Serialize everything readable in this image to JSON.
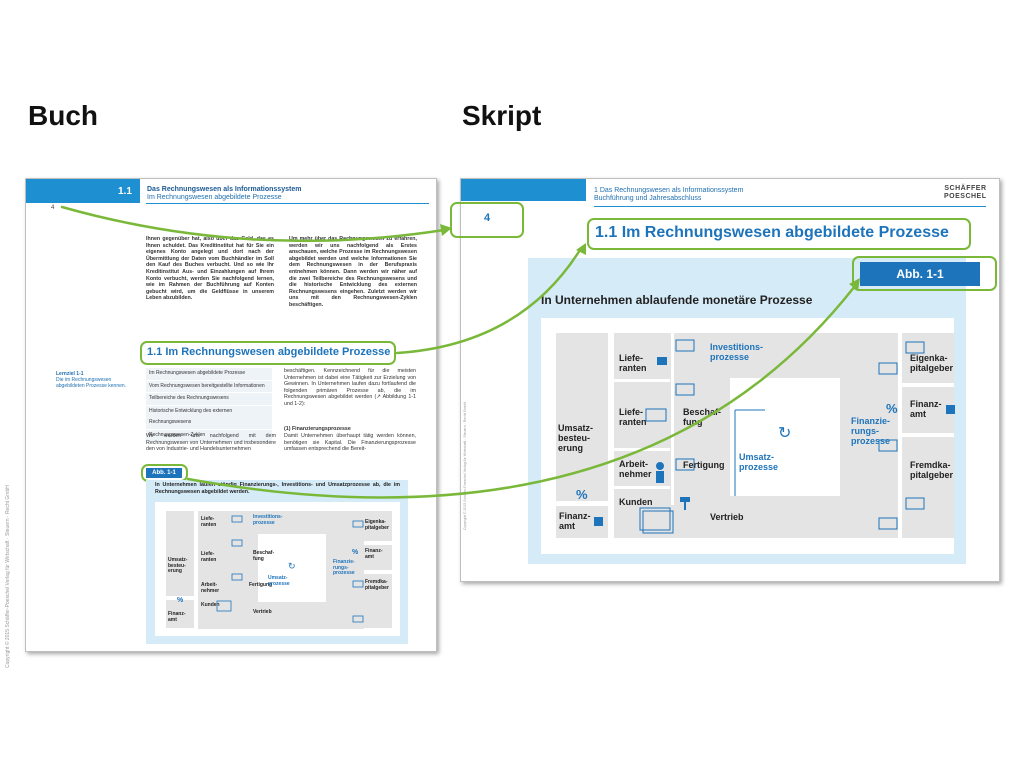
{
  "titles": {
    "left": "Buch",
    "right": "Skript"
  },
  "book": {
    "chapter": "1.1",
    "header_line1": "Das Rechnungswesen als Informationssystem",
    "header_line2": "Im Rechnungswesen abgebildete Prozesse",
    "page_number": "4",
    "para_left": "Ihnen gegenüber hat, also über das Geld, das es Ihnen schuldet. Das Kreditinstitut hat für Sie ein eigenes Konto angelegt und dort nach der Übermittlung der Daten vom Buchhändler im Soll den Kauf des Buches verbucht. Und so wie Ihr Kreditinstitut Aus- und Einzahlungen auf Ihrem Konto verbucht, werden Sie nachfolgend lernen, wie im Rahmen der Buchführung auf Konten gebucht wird, um die Geldflüsse in unserem Leben abzubilden.",
    "para_right": "Um mehr über das Rechnungswesen zu erfahren, werden wir uns nachfolgend als Erstes anschauen, welche Prozesse im Rechnungswesen abgebildet werden und welche Informationen Sie dem Rechnungswesen in der Berufspraxis entnehmen können. Dann werden wir näher auf die zwei Teilbereiche des Rechnungswesens und die historische Entwicklung des externen Rechnungswesens eingehen. Zuletzt werden wir uns mit den Rechnungswesen-Zyklen beschäftigen.",
    "section_title": "1.1 Im Rechnungswesen abgebildete Prozesse",
    "lernziel_title": "Lernziel 1-1",
    "lernziel_text": "Die im Rechnungswesen abgebildeten Prozesse kennen.",
    "toc": [
      "Im Rechnungswesen abgebildete Prozesse",
      "Vom Rechnungswesen bereitgestellte Informationen",
      "Teilbereiche des Rechnungswesens",
      "Historische Entwicklung des externen Rechnungswesens",
      "Rechnungswesen-Zyklen"
    ],
    "para_mid_right": "beschäftigen. Kennzeichnend für die meisten Unternehmen ist dabei eine Tätigkeit zur Erzielung von Gewinnen. In Unternehmen laufen dazu fortlaufend die folgenden primären Prozesse ab, die im Rechnungswesen abgebildet werden (↗ Abbildung 1-1 und 1-2):",
    "sub_heading": "(1) Finanzierungsprozesse",
    "para_sub": "Damit Unternehmen überhaupt tätig werden können, benötigen sie Kapital. Die Finanzierungsprozesse umfassen entsprechend die Bereit-",
    "para_bottom_left": "Wir werden uns nachfolgend mit dem Rechnungswesen von Unternehmen und insbesondere den von Industrie- und Handelsunternehmen",
    "abb_label": "Abb. 1-1",
    "fig_caption": "In Unternehmen laufen ständig Finanzierungs-, Investitions- und Umsatzprozesse ab, die im Rechnungswesen abgebildet werden.",
    "copyright": "Copyright © 2015 Schäffer-Poeschel Verlag für Wirtschaft · Steuern · Recht GmbH"
  },
  "script": {
    "header_line1": "1 Das Rechnungswesen als Informationssystem",
    "header_line2": "Buchführung und Jahresabschluss",
    "logo_line1": "SCHÄFFER",
    "logo_line2": "POESCHEL",
    "page_number": "4",
    "section_title": "1.1 Im Rechnungswesen abgebildete Prozesse",
    "abb_label": "Abb. 1-1",
    "fig_caption": "In Unternehmen ablaufende monetäre Prozesse",
    "copyright": "Copyright © 2015 Schäffer-Poeschel Verlag für Wirtschaft · Steuern · Recht GmbH"
  },
  "diagram": {
    "lieferanten1": "Liefe-\nranten",
    "lieferanten2": "Liefe-\nranten",
    "arbeitnehmer": "Arbeit-\nnehmer",
    "kunden": "Kunden",
    "umsatzbesteuerung": "Umsatz-\nbesteu-\nerung",
    "finanzamt_left": "Finanz-\namt",
    "investitionsprozesse": "Investitions-\nprozesse",
    "beschaffung": "Beschaf-\nfung",
    "fertigung": "Fertigung",
    "vertrieb": "Vertrieb",
    "umsatzprozesse": "Umsatz-\nprozesse",
    "finanzierungsprozesse": "Finanzie-\nrungs-\nprozesse",
    "eigenkapitalgeber": "Eigenka-\npitalgeber",
    "finanzamt_right": "Finanz-\namt",
    "fremdkapitalgeber": "Fremdka-\npitalgeber",
    "percent": "%",
    "cycle_symbol": "↻"
  },
  "colors": {
    "accent_blue": "#1e74bb",
    "highlight_green": "#7ab83a",
    "figure_bg": "#d6ebf8"
  }
}
